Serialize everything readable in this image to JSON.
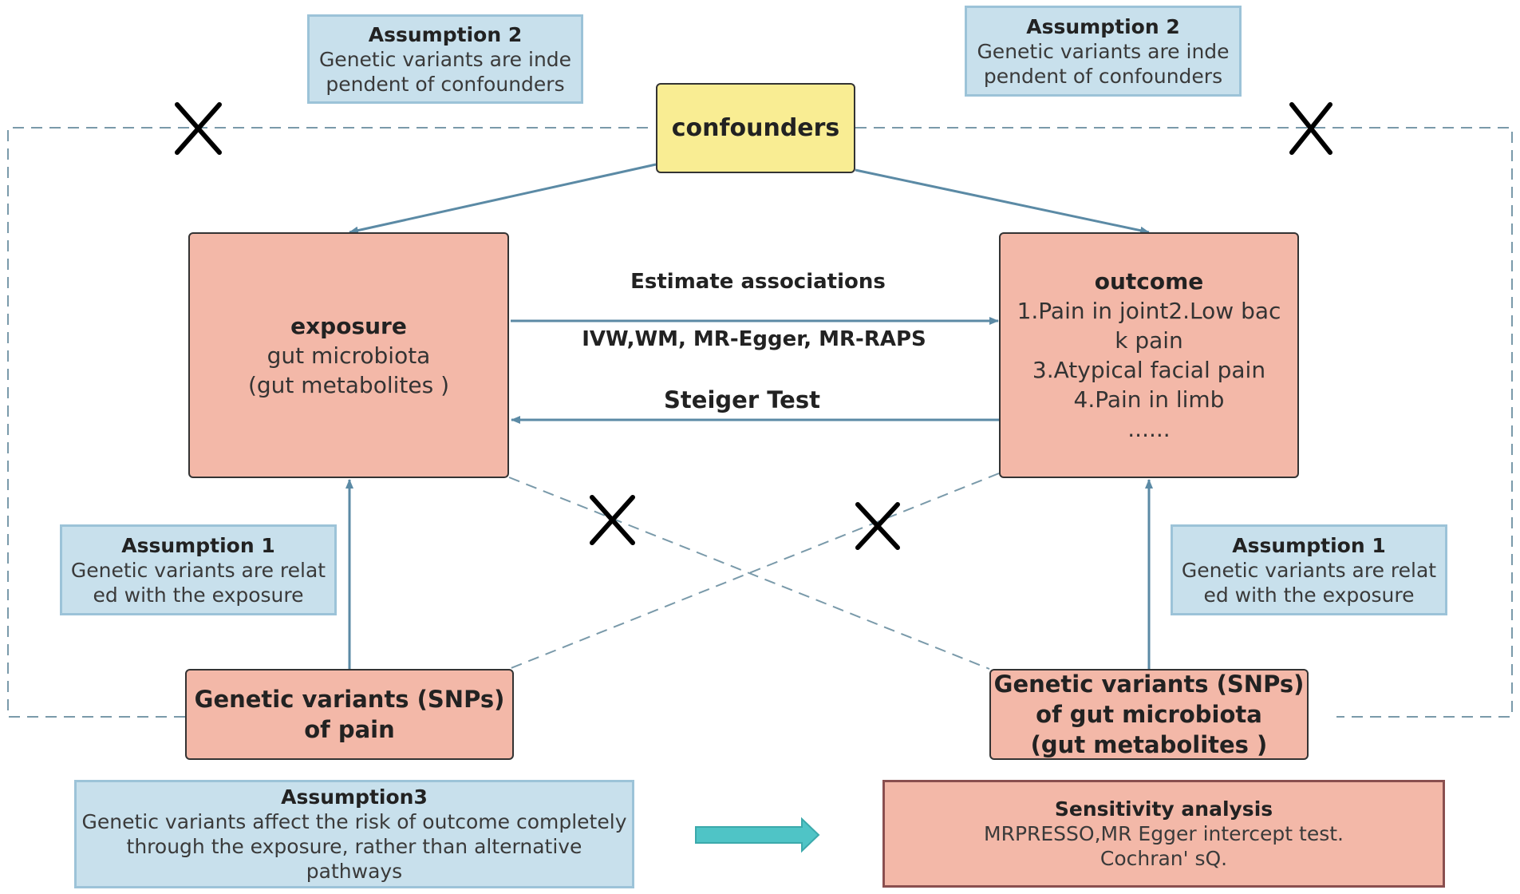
{
  "colors": {
    "assumption_fill": "#c8e0ec",
    "assumption_border": "#9cc3d8",
    "node_fill": "#f3b8a8",
    "confounder_fill": "#f9ed93",
    "arrow": "#5b8aa5",
    "dashed": "#7a9aaa",
    "teal_arrow": "#4fc4c6"
  },
  "assumption2_left": {
    "title": "Assumption 2",
    "desc": "Genetic variants are inde\npendent of confounders"
  },
  "assumption2_right": {
    "title": "Assumption 2",
    "desc": "Genetic variants are inde\npendent of confounders"
  },
  "confounders": {
    "label": "confounders"
  },
  "exposure": {
    "title": "exposure",
    "desc": "gut microbiota\n(gut metabolites )"
  },
  "outcome": {
    "title": "outcome",
    "desc": "1.Pain in joint2.Low bac\nk pain\n3.Atypical facial pain\n4.Pain in limb\n......"
  },
  "arrows": {
    "estimate": "Estimate associations",
    "methods": "IVW,WM, MR-Egger, MR-RAPS",
    "steiger": "Steiger Test"
  },
  "assumption1_left": {
    "title": "Assumption 1",
    "desc": "Genetic variants are relat\ned with the exposure"
  },
  "assumption1_right": {
    "title": "Assumption 1",
    "desc": "Genetic variants are relat\ned with the exposure"
  },
  "snp_pain": {
    "label": "Genetic variants (SNPs)\nof  pain"
  },
  "snp_gut": {
    "label": "Genetic variants (SNPs)\nof gut microbiota\n(gut metabolites )"
  },
  "assumption3": {
    "title": "Assumption3",
    "desc": "Genetic variants affect the risk of outcome completely\nthrough the exposure, rather than alternative pathways"
  },
  "sensitivity": {
    "title": "Sensitivity analysis",
    "desc": "MRPRESSO,MR Egger intercept test.\nCochran' sQ."
  },
  "icons": {
    "cross": "x-mark-icon",
    "arrow": "right-arrow-icon"
  }
}
